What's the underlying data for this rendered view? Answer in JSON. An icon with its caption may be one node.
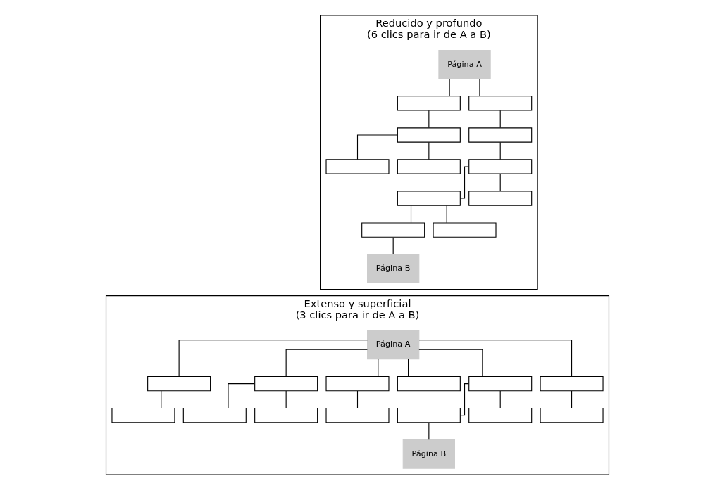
{
  "diagram": {
    "nodes": [
      {
        "text": [
          "Reducido y profundo",
          "(6 clics para ir de A a B)"
        ]
      },
      {
        "text": [
          "Página A"
        ],
        "in": 0
      },
      {
        "text": [],
        "shape": "box",
        "in": 0
      },
      {
        "text": [],
        "shape": "box",
        "in": 0
      },
      {
        "text": [],
        "shape": "box",
        "in": 0
      },
      {
        "text": [],
        "shape": "box",
        "in": 0
      },
      {
        "text": [],
        "shape": "box",
        "in": 0
      },
      {
        "text": [],
        "shape": "box",
        "in": 0
      },
      {
        "text": [],
        "shape": "box",
        "in": 0
      },
      {
        "text": [],
        "shape": "box",
        "in": 0
      },
      {
        "text": [],
        "shape": "box",
        "in": 0
      },
      {
        "text": [],
        "shape": "box",
        "in": 0
      },
      {
        "text": [],
        "shape": "box",
        "in": 0
      },
      {
        "text": [
          "Página B"
        ],
        "in": 0
      },
      {
        "text": [
          "Extenso y superficial",
          "(3 clics para ir de A a B)"
        ]
      },
      {
        "text": [
          "Página A"
        ],
        "in": 14
      },
      {
        "text": [],
        "shape": "box",
        "in": 14
      },
      {
        "text": [],
        "shape": "box",
        "in": 14
      },
      {
        "text": [],
        "shape": "box",
        "in": 14
      },
      {
        "text": [],
        "shape": "box",
        "in": 14
      },
      {
        "text": [],
        "shape": "box",
        "in": 14
      },
      {
        "text": [],
        "shape": "box",
        "in": 14
      },
      {
        "text": [],
        "shape": "box",
        "in": 14
      },
      {
        "text": [],
        "shape": "box",
        "in": 14
      },
      {
        "text": [],
        "shape": "box",
        "in": 14
      },
      {
        "text": [],
        "shape": "box",
        "in": 14
      },
      {
        "text": [],
        "shape": "box",
        "in": 14
      },
      {
        "text": [],
        "shape": "box",
        "in": 14
      },
      {
        "text": [],
        "shape": "box",
        "in": 14
      },
      {
        "text": [
          "Página B"
        ],
        "in": 14
      }
    ],
    "edges": [
      {
        "from": 1,
        "to": 2,
        "arrow": "none"
      },
      {
        "from": 1,
        "to": 3,
        "arrow": "none"
      },
      {
        "from": 2,
        "to": 4,
        "arrow": "none"
      },
      {
        "from": 3,
        "to": 5,
        "arrow": "none"
      },
      {
        "from": 4,
        "to": 6,
        "arrow": "none"
      },
      {
        "from": 4,
        "to": 7,
        "arrow": "none"
      },
      {
        "from": 5,
        "to": 8,
        "arrow": "none"
      },
      {
        "from": 8,
        "to": 9,
        "arrow": "none"
      },
      {
        "from": 8,
        "to": 10,
        "arrow": "none"
      },
      {
        "from": 9,
        "to": 11,
        "arrow": "none"
      },
      {
        "from": 9,
        "to": 12,
        "arrow": "none"
      },
      {
        "from": 11,
        "to": 13,
        "arrow": "none"
      },
      {
        "from": 15,
        "to": 16,
        "arrow": "none"
      },
      {
        "from": 15,
        "to": 17,
        "arrow": "none"
      },
      {
        "from": 15,
        "to": 18,
        "arrow": "none"
      },
      {
        "from": 15,
        "to": 19,
        "arrow": "none"
      },
      {
        "from": 15,
        "to": 20,
        "arrow": "none"
      },
      {
        "from": 15,
        "to": 21,
        "arrow": "none"
      },
      {
        "from": 16,
        "to": 22,
        "arrow": "none"
      },
      {
        "from": 17,
        "to": 23,
        "arrow": "none"
      },
      {
        "from": 17,
        "to": 24,
        "arrow": "none"
      },
      {
        "from": 18,
        "to": 25,
        "arrow": "none"
      },
      {
        "from": 20,
        "to": 26,
        "arrow": "none"
      },
      {
        "from": 20,
        "to": 27,
        "arrow": "none"
      },
      {
        "from": 21,
        "to": 28,
        "arrow": "none"
      },
      {
        "from": 26,
        "to": 29,
        "arrow": "none"
      }
    ]
  }
}
